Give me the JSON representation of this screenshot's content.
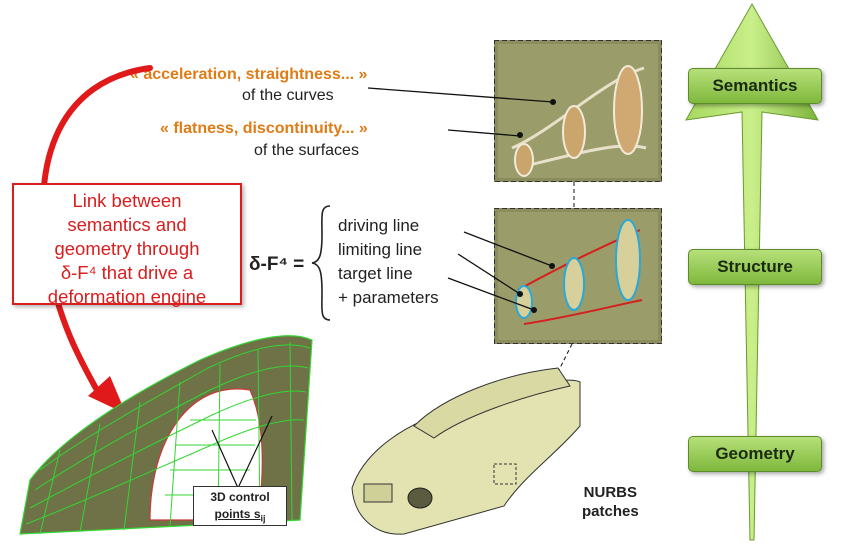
{
  "top_labels": {
    "curves_quote": "« acceleration, straightness... »",
    "curves_of": "of the curves",
    "surfaces_quote": "« flatness, discontinuity... »",
    "surfaces_of": "of the surfaces"
  },
  "link_box": {
    "lines": [
      "Link between",
      "semantics and",
      "geometry through",
      "δ-F⁴ that drive a",
      "deformation engine"
    ]
  },
  "formula": {
    "label": "δ-F⁴ =",
    "items": [
      "driving line",
      "limiting line",
      "target line",
      "+ parameters"
    ]
  },
  "control_points": {
    "line1": "3D control",
    "line2": "points s",
    "subscript": "ij"
  },
  "nurbs": {
    "line1": "NURBS",
    "line2": "patches"
  },
  "levels": [
    "Semantics",
    "Structure",
    "Geometry"
  ],
  "colors": {
    "orange": "#e07b16",
    "red": "#d81e1e",
    "green": "#7fb83c",
    "mesh_green": "#33d633"
  }
}
